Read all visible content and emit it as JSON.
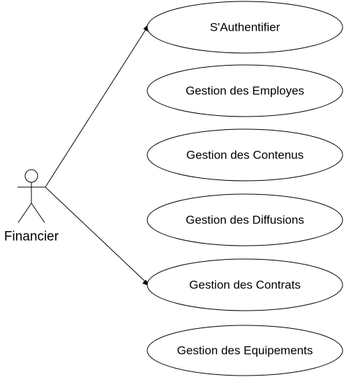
{
  "actor": {
    "label": "Financier"
  },
  "use_cases": [
    {
      "id": "authentifier",
      "label": "S'Authentifier"
    },
    {
      "id": "employes",
      "label": "Gestion des Employes"
    },
    {
      "id": "contenus",
      "label": "Gestion des Contenus"
    },
    {
      "id": "diffusions",
      "label": "Gestion des Diffusions"
    },
    {
      "id": "contrats",
      "label": "Gestion des Contrats"
    },
    {
      "id": "equipements",
      "label": "Gestion des Equipements"
    }
  ],
  "associations": [
    {
      "from": "actor",
      "to": "authentifier"
    },
    {
      "from": "actor",
      "to": "contrats"
    }
  ]
}
